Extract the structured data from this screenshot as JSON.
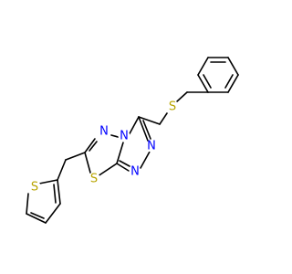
{
  "molecule": {
    "atoms": [
      {
        "id": "S_thioether",
        "symbol": "S"
      },
      {
        "id": "N1",
        "symbol": "N"
      },
      {
        "id": "N2",
        "symbol": "N"
      },
      {
        "id": "N3",
        "symbol": "N"
      },
      {
        "id": "N4",
        "symbol": "N"
      },
      {
        "id": "S_thiadiazole",
        "symbol": "S"
      },
      {
        "id": "S_thiophene",
        "symbol": "S"
      }
    ],
    "colors": {
      "bond": "#000000",
      "nitrogen": "#0000ff",
      "sulfur": "#b8a400",
      "background": "#ffffff"
    }
  }
}
